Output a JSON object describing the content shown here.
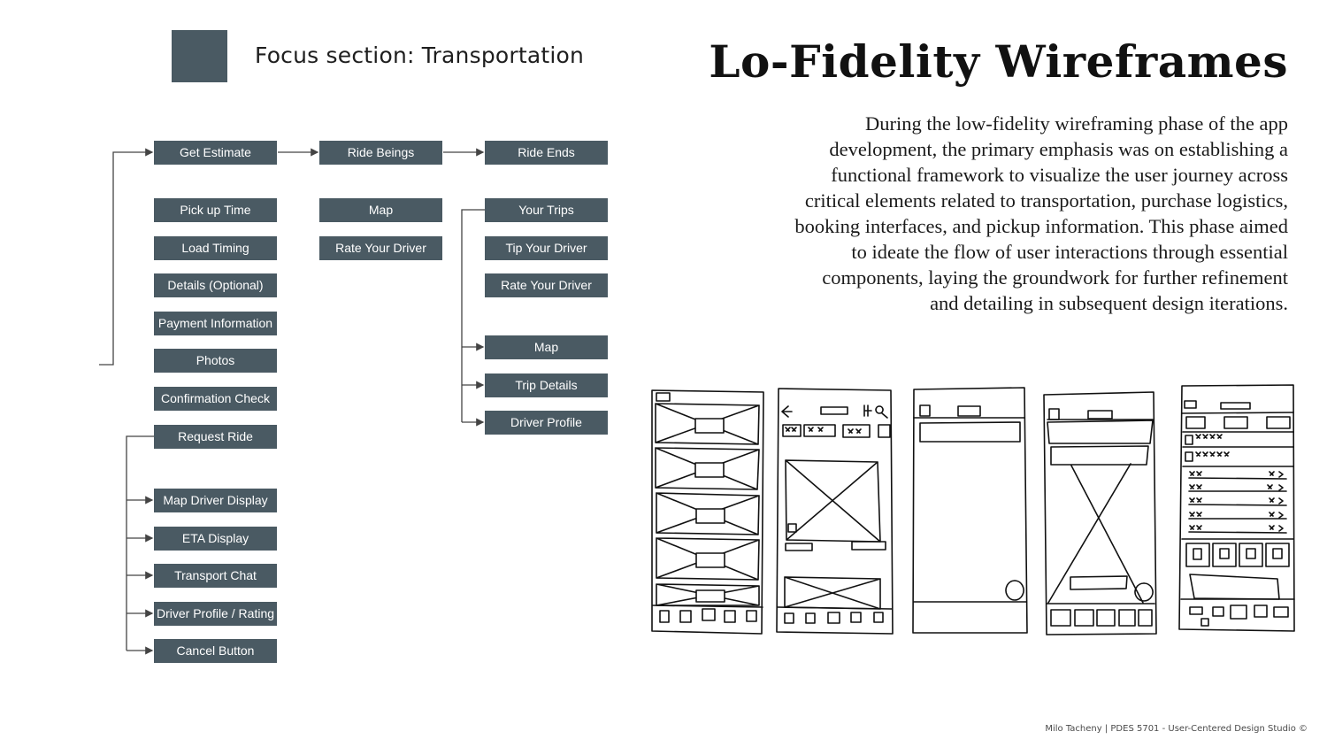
{
  "header": {
    "focus_label": "Focus section: Transportation",
    "title": "Lo-Fidelity Wireframes"
  },
  "description": "During the low-fidelity wireframing phase of the app development, the primary emphasis was on establishing a functional framework to visualize the user journey across critical elements related to transportation, purchase logistics, booking interfaces, and pickup information. This phase aimed to ideate the flow of user interactions through essential components, laying the groundwork for further refinement and detailing in subsequent design iterations.",
  "flow": {
    "column1": [
      "Get Estimate",
      "Pick up Time",
      "Load Timing",
      "Details (Optional)",
      "Payment Information",
      "Photos",
      "Confirmation Check",
      "Request Ride",
      "Map Driver Display",
      "ETA Display",
      "Transport Chat",
      "Driver Profile / Rating",
      "Cancel Button"
    ],
    "column2": [
      "Ride Beings",
      "Map",
      "Rate Your Driver"
    ],
    "column3": [
      "Ride Ends",
      "Your Trips",
      "Tip Your Driver",
      "Rate Your Driver",
      "Map",
      "Trip Details",
      "Driver Profile"
    ]
  },
  "footer": "Milo Tacheny | PDES 5701 - User-Centered Design Studio ©",
  "colors": {
    "box": "#4a5a63",
    "box_text": "#ffffff",
    "connector": "#444444"
  }
}
